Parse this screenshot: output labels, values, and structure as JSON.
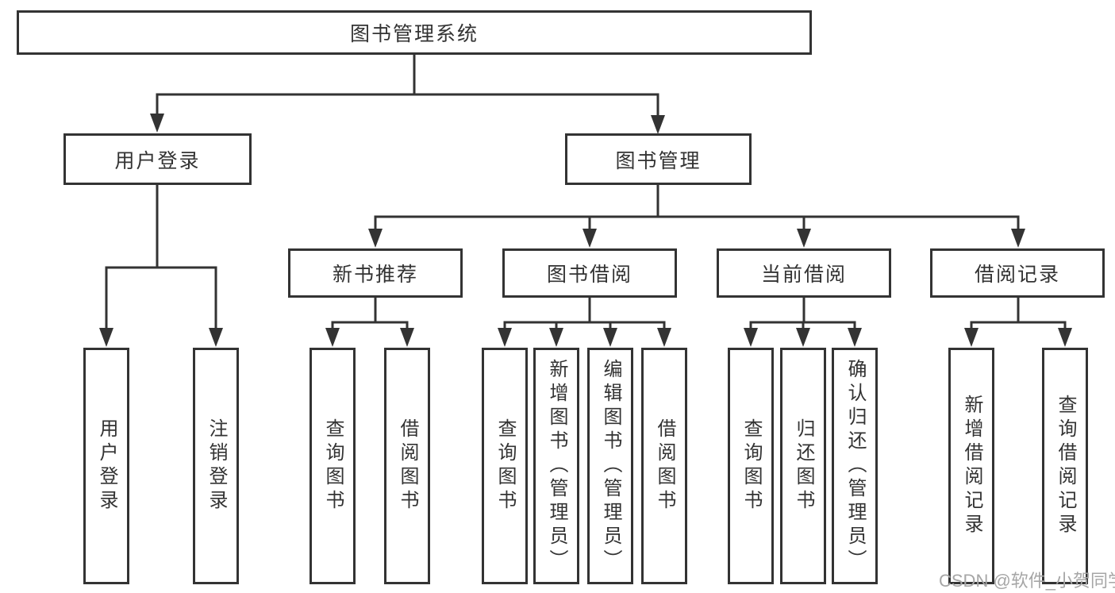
{
  "diagram": {
    "root": {
      "label": "图书管理系统"
    },
    "level1": [
      {
        "label": "用户登录"
      },
      {
        "label": "图书管理"
      }
    ],
    "level2": [
      {
        "label": "新书推荐",
        "parent": "图书管理"
      },
      {
        "label": "图书借阅",
        "parent": "图书管理"
      },
      {
        "label": "当前借阅",
        "parent": "图书管理"
      },
      {
        "label": "借阅记录",
        "parent": "图书管理"
      }
    ],
    "leaves": [
      {
        "label": "用户登录",
        "parent": "用户登录"
      },
      {
        "label": "注销登录",
        "parent": "用户登录"
      },
      {
        "label": "查询图书",
        "parent": "新书推荐"
      },
      {
        "label": "借阅图书",
        "parent": "新书推荐"
      },
      {
        "label": "查询图书",
        "parent": "图书借阅"
      },
      {
        "label": "新增图书（管理员）",
        "parent": "图书借阅"
      },
      {
        "label": "编辑图书（管理员）",
        "parent": "图书借阅"
      },
      {
        "label": "借阅图书",
        "parent": "图书借阅"
      },
      {
        "label": "查询图书",
        "parent": "当前借阅"
      },
      {
        "label": "归还图书",
        "parent": "当前借阅"
      },
      {
        "label": "确认归还（管理员）",
        "parent": "当前借阅"
      },
      {
        "label": "新增借阅记录",
        "parent": "借阅记录"
      },
      {
        "label": "查询借阅记录",
        "parent": "借阅记录"
      }
    ],
    "watermark": "CSDN @软件_小贺同学",
    "colors": {
      "line": "#333333",
      "text": "#333333",
      "box_background": "#ffffff",
      "page_background": "#ffffff",
      "watermark": "#a6a6a6"
    }
  }
}
